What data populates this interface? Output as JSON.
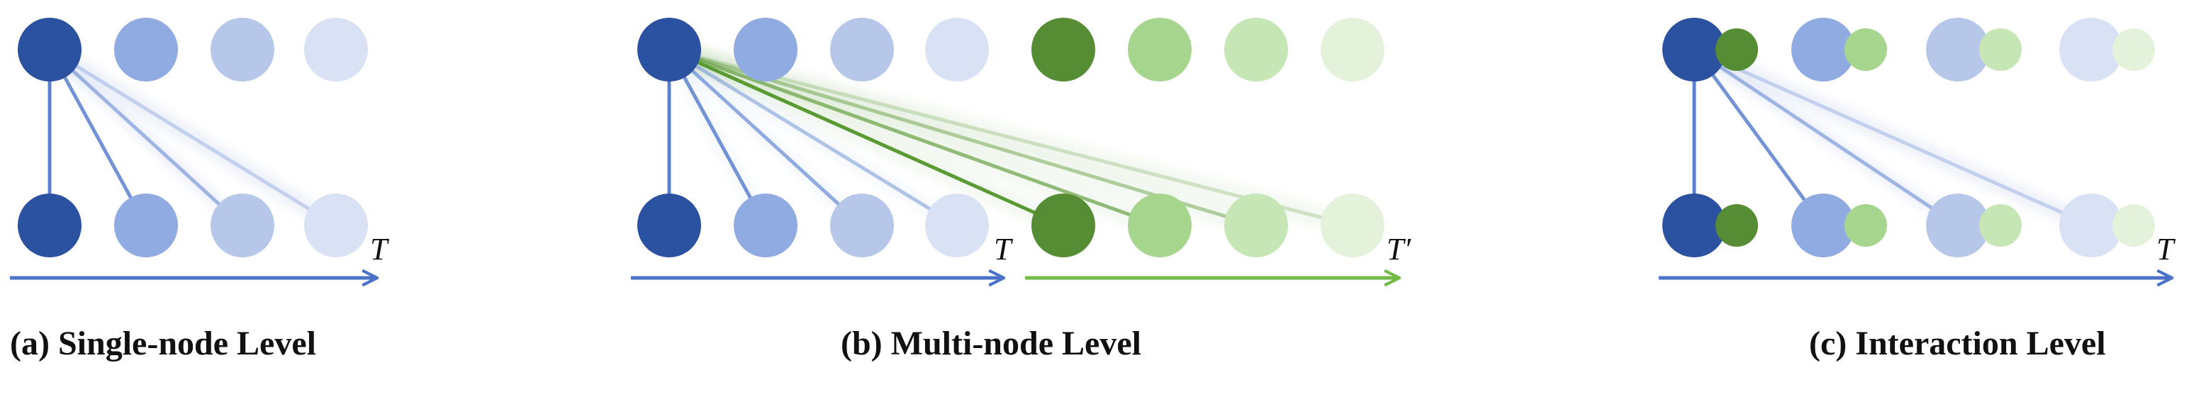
{
  "panels": [
    {
      "caption": "(a) Single-node Level",
      "time_label": "T"
    },
    {
      "caption": "(b) Multi-node Level",
      "time_label": "T",
      "time_label_2": "T′"
    },
    {
      "caption": "(c) Interaction Level",
      "time_label": "T"
    }
  ],
  "colors": {
    "blue": [
      "#2b52a0",
      "#90abe1",
      "#b6c7ea",
      "#d9e2f5"
    ],
    "green": [
      "#568c33",
      "#a6d68e",
      "#c7e6b6",
      "#e4f2dc"
    ],
    "blue_line": "#5b80cf",
    "green_line": "#5a9a32",
    "blue_arrow": "#4a73c8",
    "green_arrow": "#72b945"
  }
}
